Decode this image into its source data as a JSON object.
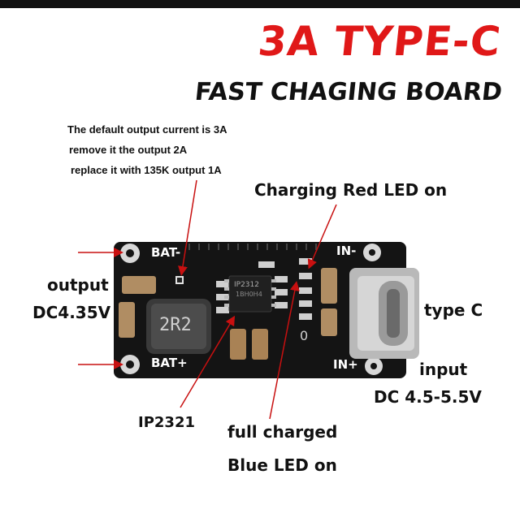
{
  "heading": {
    "title": "3A TYPE-C",
    "subtitle": "FAST CHAGING BOARD"
  },
  "notes": {
    "line1": "The default output current is 3A",
    "line2": "remove it the output 2A",
    "line3": "replace it with 135K output 1A"
  },
  "callouts": {
    "charging_led": "Charging Red LED on",
    "output": "output",
    "output_voltage": "DC4.35V",
    "type_c": "type C",
    "input": "input",
    "input_voltage": "DC 4.5-5.5V",
    "ic": "IP2321",
    "full_charged": "full charged",
    "blue_led": "Blue LED on"
  },
  "board": {
    "bat_minus": "BAT-",
    "bat_plus": "BAT+",
    "in_minus": "IN-",
    "in_plus": "IN+",
    "inductor": "2R2",
    "chip_label": "IP2312",
    "chip_code": "1BH0H4",
    "led_cap": "0"
  },
  "colors": {
    "title_red": "#e01818",
    "pcb": "#141414",
    "arrow": "#c81010"
  }
}
